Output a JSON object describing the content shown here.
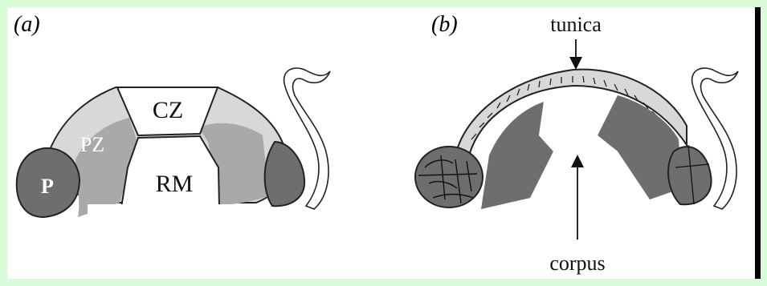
{
  "panels": {
    "a": {
      "panel_label": "(a)",
      "regions": {
        "central_zone": "CZ",
        "peripheral_zone": "PZ",
        "rib_meristem": "RM",
        "primordium": "P"
      }
    },
    "b": {
      "panel_label": "(b)",
      "layers": {
        "tunica": "tunica",
        "corpus": "corpus"
      }
    }
  },
  "colors": {
    "background": "#d9fbd9",
    "light_gray": "#d8d8d8",
    "mid_gray": "#a9a9a9",
    "dark_gray": "#6e6e6e",
    "outline": "#222222"
  }
}
